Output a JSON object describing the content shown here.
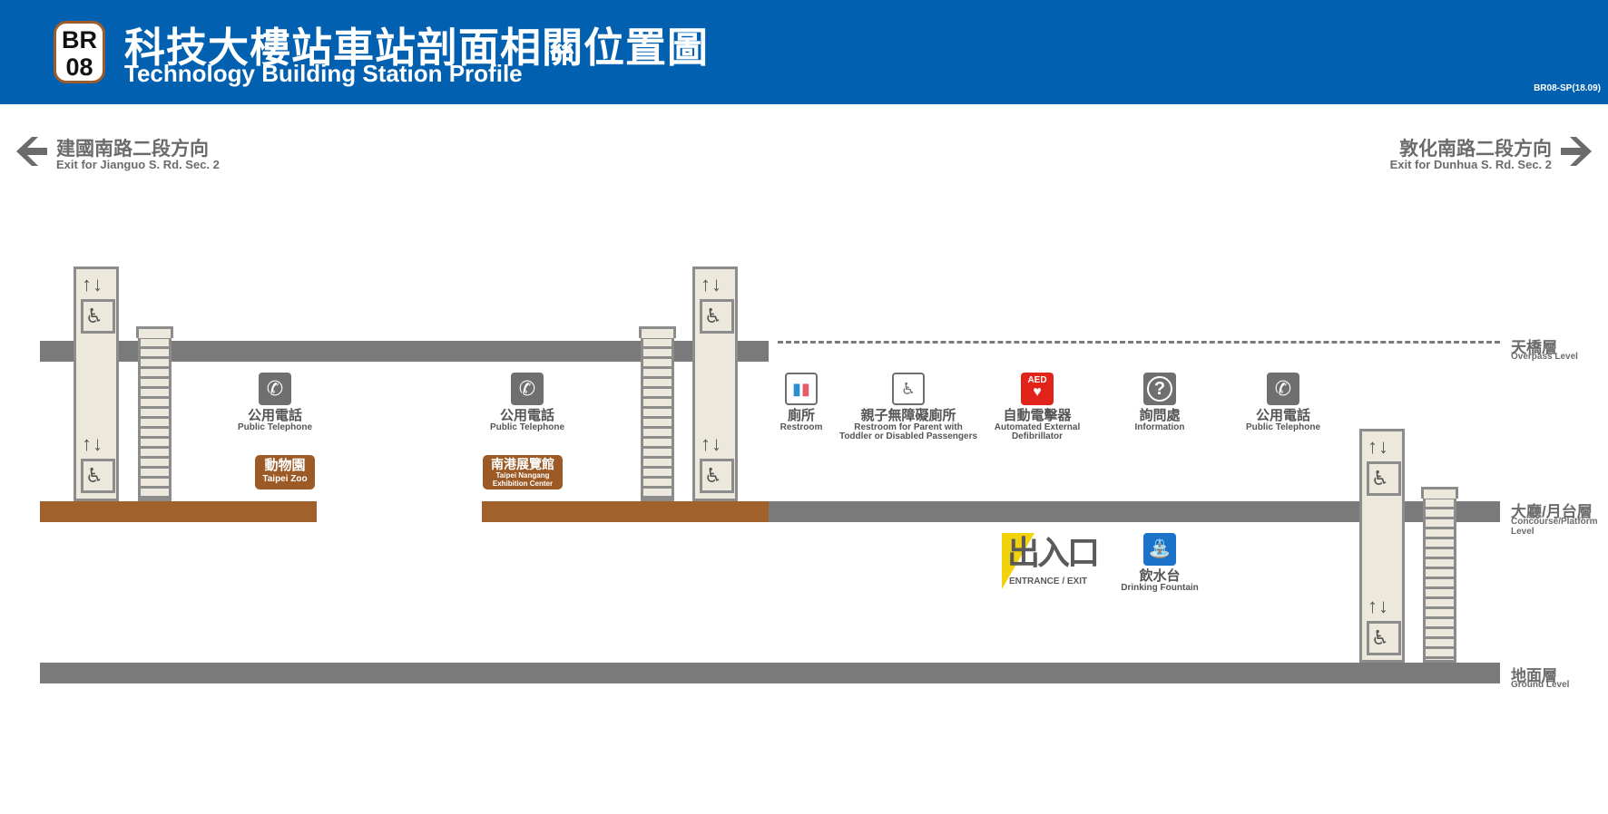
{
  "header": {
    "line_code_top": "BR",
    "line_code_bottom": "08",
    "title_zh": "科技大樓站車站剖面相關位置圖",
    "title_en": "Technology Building Station Profile",
    "doc_code": "BR08-SP(18.09)",
    "bg_color": "#0160b0",
    "badge_color": "#9c5d2a"
  },
  "directions": {
    "left": {
      "zh": "建國南路二段方向",
      "en": "Exit for Jianguo S. Rd. Sec. 2",
      "arrow": "arrow-left-icon"
    },
    "right": {
      "zh": "敦化南路二段方向",
      "en": "Exit for Dunhua S. Rd. Sec. 2",
      "arrow": "arrow-right-icon"
    }
  },
  "levels": {
    "overpass": {
      "zh": "天橋層",
      "en": "Overpass Level"
    },
    "concourse": {
      "zh": "大廳/月台層",
      "en": "Concourse/Platform Level"
    },
    "ground": {
      "zh": "地面層",
      "en": "Ground Level"
    }
  },
  "facilities": {
    "phone1": {
      "zh": "公用電話",
      "en": "Public Telephone",
      "icon": "telephone-icon"
    },
    "phone2": {
      "zh": "公用電話",
      "en": "Public Telephone",
      "icon": "telephone-icon"
    },
    "restroom": {
      "zh": "廁所",
      "en": "Restroom",
      "icon": "restroom-icon"
    },
    "family_restroom": {
      "zh": "親子無障礙廁所",
      "en_line1": "Restroom for Parent with",
      "en_line2": "Toddler or Disabled Passengers",
      "icon": "family-accessible-restroom-icon"
    },
    "aed": {
      "zh": "自動電擊器",
      "en_line1": "Automated External",
      "en_line2": "Defibrillator",
      "icon_text": "AED",
      "icon": "aed-icon"
    },
    "info": {
      "zh": "詢問處",
      "en": "Information",
      "icon": "information-icon"
    },
    "phone3": {
      "zh": "公用電話",
      "en": "Public Telephone",
      "icon": "telephone-icon"
    },
    "fountain": {
      "zh": "飲水台",
      "en": "Drinking Fountain",
      "icon": "drinking-fountain-icon"
    },
    "exit": {
      "zh": "出入口",
      "en": "ENTRANCE / EXIT",
      "icon": "entrance-exit-icon"
    }
  },
  "destinations": {
    "zoo": {
      "zh": "動物園",
      "en": "Taipei Zoo"
    },
    "nangang": {
      "zh": "南港展覽館",
      "en_line1": "Taipei Nangang",
      "en_line2": "Exhibition Center"
    }
  },
  "colors": {
    "level_bar": "#7a7a7a",
    "platform": "#a0612b",
    "aed": "#e2231a",
    "fountain": "#1a73c8",
    "exit_yellow": "#f2d20a"
  }
}
